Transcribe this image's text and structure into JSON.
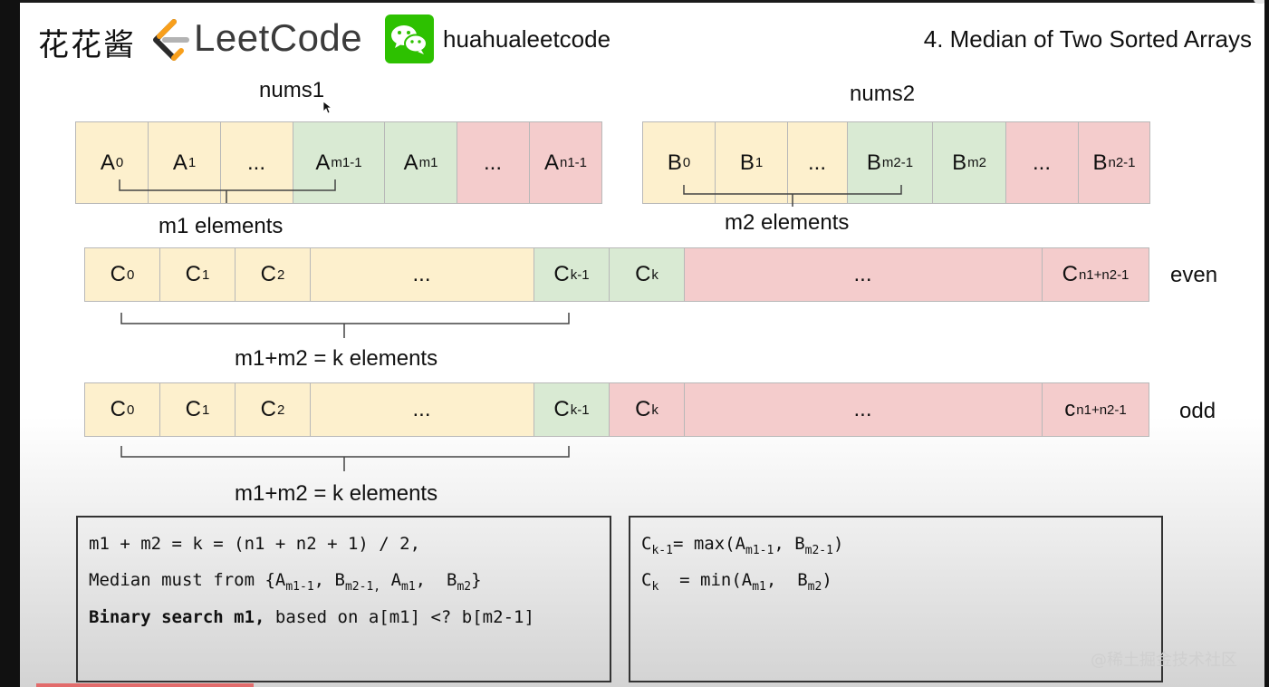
{
  "header": {
    "brand_cn": "花花酱",
    "logo_text": "LeetCode",
    "wechat_id": "huahualeetcode",
    "slide_title": "4. Median of Two Sorted Arrays"
  },
  "labels": {
    "nums1": "nums1",
    "nums2": "nums2",
    "m1_elements": "m1 elements",
    "m2_elements": "m2 elements",
    "k_elements_even": "m1+m2 = k elements",
    "k_elements_odd": "m1+m2 = k elements",
    "even": "even",
    "odd": "odd"
  },
  "arrays": {
    "nums1": [
      {
        "base": "A",
        "sub": "0"
      },
      {
        "base": "A",
        "sub": "1"
      },
      {
        "base": "...",
        "sub": ""
      },
      {
        "base": "A",
        "sub": "m1-1"
      },
      {
        "base": "A",
        "sub": "m1"
      },
      {
        "base": "...",
        "sub": ""
      },
      {
        "base": "A",
        "sub": "n1-1"
      }
    ],
    "nums2": [
      {
        "base": "B",
        "sub": "0"
      },
      {
        "base": "B",
        "sub": "1"
      },
      {
        "base": "...",
        "sub": ""
      },
      {
        "base": "B",
        "sub": "m2-1"
      },
      {
        "base": "B",
        "sub": "m2"
      },
      {
        "base": "...",
        "sub": ""
      },
      {
        "base": "B",
        "sub": "n2-1"
      }
    ],
    "even": [
      {
        "base": "C",
        "sub": "0"
      },
      {
        "base": "C",
        "sub": "1"
      },
      {
        "base": "C",
        "sub": "2"
      },
      {
        "base": "...",
        "sub": ""
      },
      {
        "base": "C",
        "sub": "k-1"
      },
      {
        "base": "C",
        "sub": "k"
      },
      {
        "base": "...",
        "sub": ""
      },
      {
        "base": "C",
        "sub": "n1+n2-1"
      }
    ],
    "odd": [
      {
        "base": "C",
        "sub": "0"
      },
      {
        "base": "C",
        "sub": "1"
      },
      {
        "base": "C",
        "sub": "2"
      },
      {
        "base": "...",
        "sub": ""
      },
      {
        "base": "C",
        "sub": "k-1"
      },
      {
        "base": "C",
        "sub": "k"
      },
      {
        "base": "...",
        "sub": ""
      },
      {
        "base": "c",
        "sub": "n1+n2-1"
      }
    ]
  },
  "formulas_left": {
    "line1": "m1 + m2 = k = (n1 + n2 + 1) / 2,",
    "line2_prefix": "Median must from {A",
    "line2_a_sub": "m1-1",
    "line2_sep1": ", B",
    "line2_b_sub": "m2-1,",
    "line2_sep2": " A",
    "line2_c_sub": "m1",
    "line2_sep3": ",  B",
    "line2_d_sub": "m2",
    "line2_suffix": "}",
    "line3_bold": "Binary search m1,",
    "line3_rest": " based on a[m1] <? b[m2-1]"
  },
  "formulas_right": {
    "line1_c": "C",
    "line1_c_sub": "k-1",
    "line1_mid": "= max(A",
    "line1_a_sub": "m1-1",
    "line1_sep": ", B",
    "line1_b_sub": "m2-1",
    "line1_end": ")",
    "line2_c": "C",
    "line2_c_sub": "k",
    "line2_mid": "  = min(A",
    "line2_a_sub": "m1",
    "line2_sep": ",  B",
    "line2_b_sub": "m2",
    "line2_end": ")"
  },
  "watermark": "@稀土掘金技术社区",
  "colors": {
    "yellow": "#fdf0cd",
    "green": "#d9ead3",
    "red": "#f4cccc",
    "wechat_green": "#2dc100",
    "leetcode_orange": "#f89f1b"
  }
}
